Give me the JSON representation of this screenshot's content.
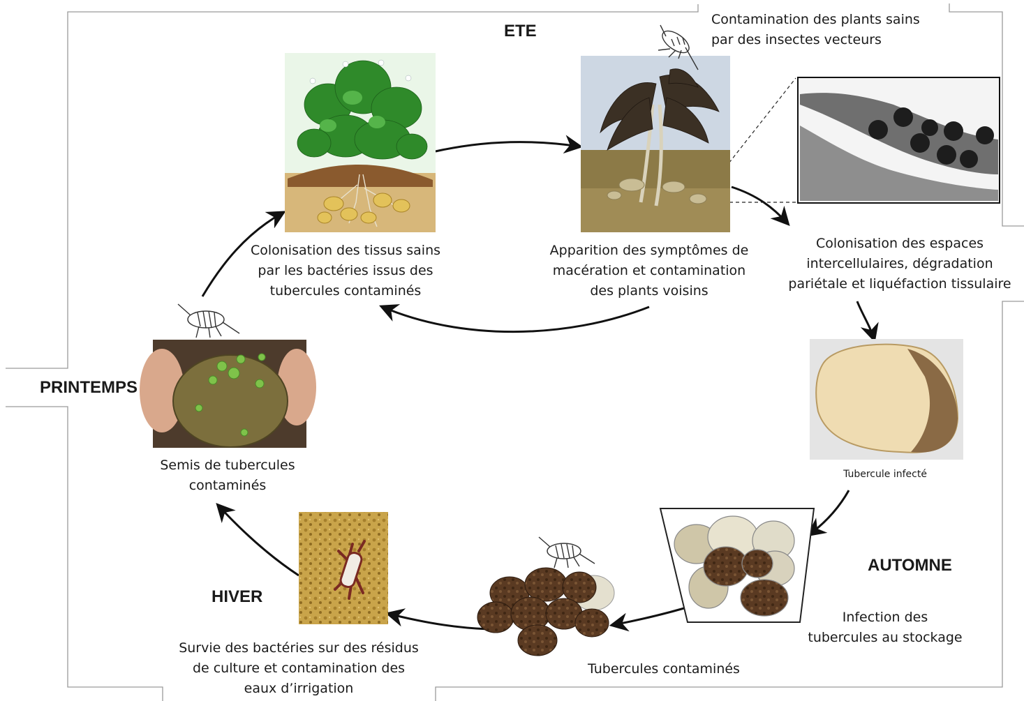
{
  "seasons": {
    "ete": "ETE",
    "printemps": "PRINTEMPS",
    "automne": "AUTOMNE",
    "hiver": "HIVER"
  },
  "captions": {
    "vector_contamination": [
      "Contamination des plants sains",
      "par des insectes vecteurs"
    ],
    "colonisation_tissus": [
      "Colonisation des tissus sains",
      "par les bactéries issus des",
      "tubercules contaminés"
    ],
    "apparition_symptomes": [
      "Apparition des symptômes de",
      "macération et contamination",
      "des plants voisins"
    ],
    "colonisation_espaces": [
      "Colonisation des espaces",
      "intercellulaires, dégradation",
      "pariétale et  liquéfaction tissulaire"
    ],
    "tubercule_infecte": "Tubercule infecté",
    "infection_stockage": [
      "Infection des",
      "tubercules au stockage"
    ],
    "tubercules_contamines": "Tubercules contaminés",
    "survie_bacteries": [
      "Survie des bactéries sur des résidus",
      "de culture et contamination des",
      "eaux d’irrigation"
    ],
    "semis_tubercules": [
      "Semis de tubercules",
      "contaminés"
    ]
  },
  "icons": [
    "aphid-vector-icon",
    "potato-plant-illustration",
    "wilted-plant-illustration",
    "bacteria-micrograph",
    "infected-tuber-photo",
    "storage-crate-illustration",
    "contaminated-tubers-pile",
    "soil-residue-bacterium",
    "sprouting-tuber-photo"
  ],
  "colors": {
    "text": "#1a1a1a",
    "arrow": "#111111",
    "frame": "#9a9a9a"
  }
}
